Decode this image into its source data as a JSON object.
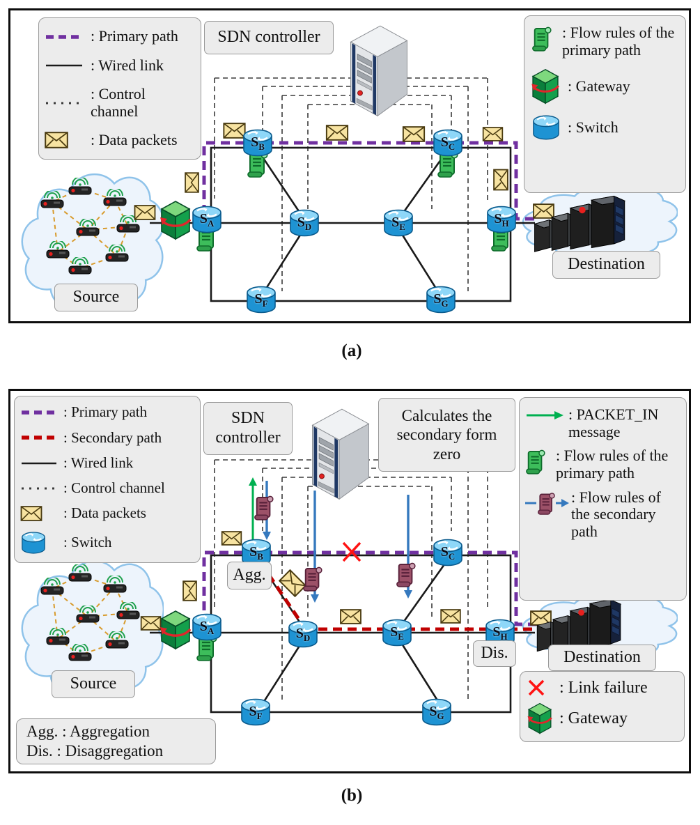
{
  "panel_a": {
    "legend_left": [
      ": Primary path",
      ": Wired link",
      ": Control channel",
      ": Data packets"
    ],
    "controller_label": "SDN controller",
    "legend_right": [
      ": Flow rules of the primary path",
      ": Gateway",
      ": Switch"
    ],
    "source_label": "Source",
    "destination_label": "Destination",
    "caption": "(a)"
  },
  "panel_b": {
    "legend_left": [
      ": Primary path",
      ": Secondary path",
      ": Wired link",
      ": Control channel",
      ": Data packets",
      ": Switch"
    ],
    "controller_line1": "SDN",
    "controller_line2": "controller",
    "annotation": "Calculates the secondary form zero",
    "legend_right": [
      ": PACKET_IN message",
      ": Flow rules of the primary path",
      ": Flow rules of the secondary path"
    ],
    "agg_label": "Agg.",
    "dis_label": "Dis.",
    "source_label": "Source",
    "destination_label": "Destination",
    "failure_legend": [
      ": Link failure",
      ": Gateway"
    ],
    "abbrev_legend": [
      "Agg. : Aggregation",
      "Dis. : Disaggregation"
    ],
    "caption": "(b)"
  },
  "switches": {
    "main": "S",
    "subs": [
      "A",
      "B",
      "C",
      "D",
      "E",
      "F",
      "G",
      "H"
    ]
  },
  "colors": {
    "primary_path": "#7030A0",
    "secondary_path": "#C00000",
    "packet_in": "#00B050",
    "flow_rule_push": "#3579BE",
    "link_failure": "#FF1212",
    "wired_link": "#1A1A1A",
    "data_packet_fill": "#F7E3A1"
  }
}
